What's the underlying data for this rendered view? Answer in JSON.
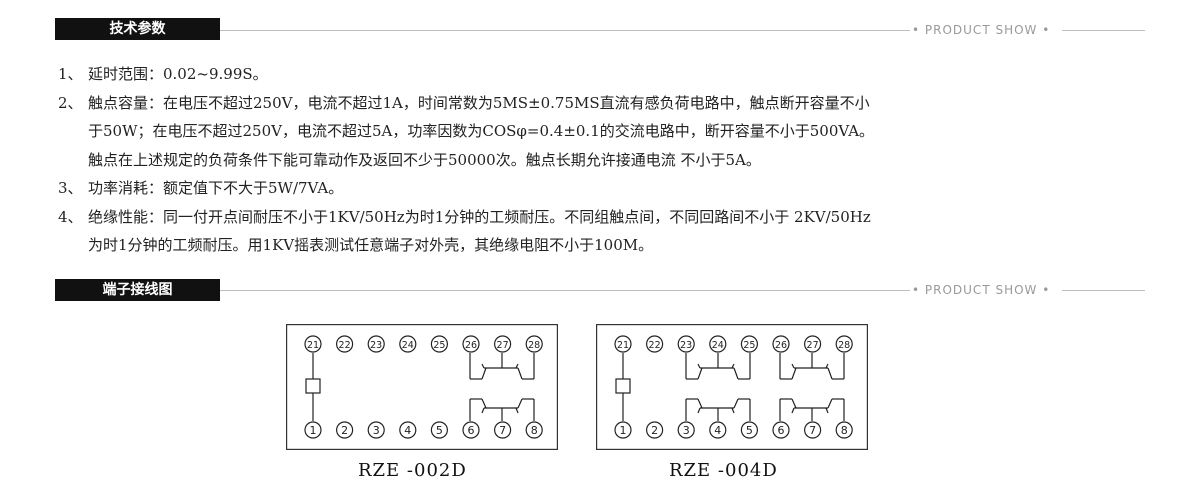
{
  "sections": [
    {
      "title": "技术参数",
      "tagline": "• PRODUCT SHOW •"
    },
    {
      "title": "端子接线图",
      "tagline": "• PRODUCT SHOW •"
    }
  ],
  "specs": [
    {
      "num": "1、",
      "lines": [
        "延时范围：0.02~9.99S。"
      ]
    },
    {
      "num": "2、",
      "lines": [
        "触点容量：在电压不超过250V，电流不超过1A，时间常数为5MS±0.75MS直流有感负荷电路中，触点断开容量不小",
        "于50W；在电压不超过250V，电流不超过5A，功率因数为COSφ=0.4±0.1的交流电路中，断开容量不小于500VA。",
        "触点在上述规定的负荷条件下能可靠动作及返回不少于50000次。触点长期允许接通电流 不小于5A。"
      ]
    },
    {
      "num": "3、",
      "lines": [
        "功率消耗：额定值下不大于5W/7VA。"
      ]
    },
    {
      "num": "4、",
      "lines": [
        "绝缘性能：同一付开点间耐压不小于1KV/50Hz为时1分钟的工频耐压。不同组触点间，不同回路间不小于 2KV/50Hz",
        "为时1分钟的工频耐压。用1KV摇表测试任意端子对外壳，其绝缘电阻不小于100M。"
      ]
    }
  ],
  "diagrams": [
    {
      "caption": "RZE -002D",
      "top_terminals": [
        "21",
        "22",
        "23",
        "24",
        "25",
        "26",
        "27",
        "28"
      ],
      "bottom_terminals": [
        "1",
        "2",
        "3",
        "4",
        "5",
        "6",
        "7",
        "8"
      ]
    },
    {
      "caption": "RZE -004D",
      "top_terminals": [
        "21",
        "22",
        "23",
        "24",
        "25",
        "26",
        "27",
        "28"
      ],
      "bottom_terminals": [
        "1",
        "2",
        "3",
        "4",
        "5",
        "6",
        "7",
        "8"
      ]
    }
  ]
}
